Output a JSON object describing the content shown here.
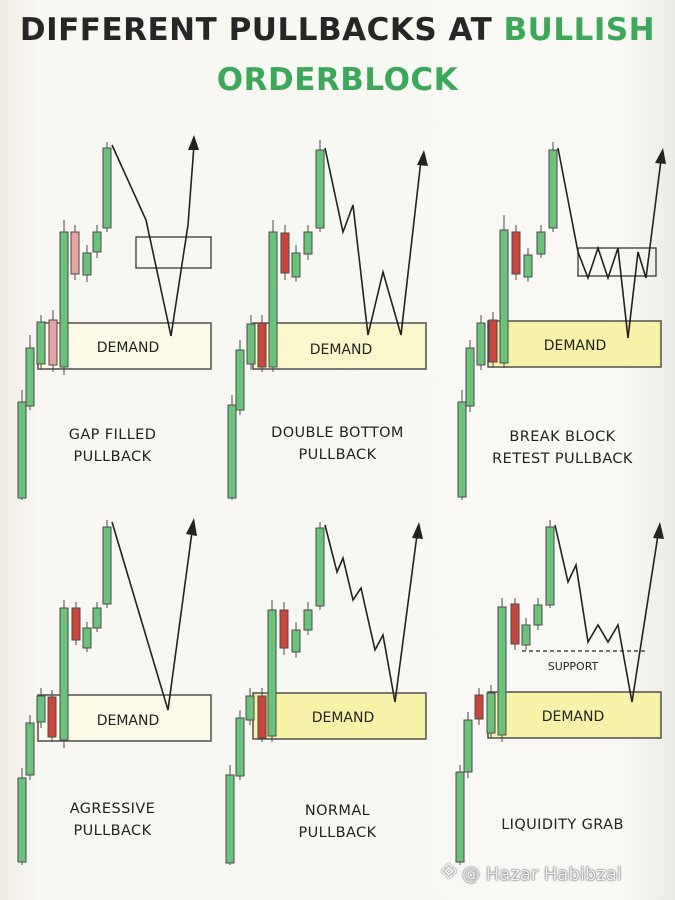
{
  "title": {
    "line1_prefix": "DIFFERENT PULLBACKS AT ",
    "line1_highlight": "BULLISH",
    "line2": "ORDERBLOCK",
    "highlight_color": "#3ea85a"
  },
  "zone_labels": {
    "demand": "DEMAND",
    "support": "SUPPORT"
  },
  "panels": [
    {
      "id": "gap-filled",
      "caption_line1": "GAP FILLED",
      "caption_line2": "PULLBACK"
    },
    {
      "id": "double-bottom",
      "caption_line1": "DOUBLE BOTTOM",
      "caption_line2": "PULLBACK"
    },
    {
      "id": "break-block",
      "caption_line1": "BREAK BLOCK",
      "caption_line2": "RETEST PULLBACK"
    },
    {
      "id": "agressive",
      "caption_line1": "AGRESSIVE",
      "caption_line2": "PULLBACK"
    },
    {
      "id": "normal",
      "caption_line1": "NORMAL",
      "caption_line2": "PULLBACK"
    },
    {
      "id": "liquidity-grab",
      "caption_line1": "LIQUIDITY GRAB",
      "caption_line2": ""
    }
  ],
  "colors": {
    "bull_candle": "#6cc27a",
    "bear_candle_light": "#e8a4a4",
    "bear_candle": "#c8463c",
    "demand_zone": "#f7f2a8",
    "demand_zone_faint": "#fbfae6"
  },
  "watermark": {
    "icon": "binance-logo-icon",
    "text": "@ Hazar Habibzai"
  }
}
